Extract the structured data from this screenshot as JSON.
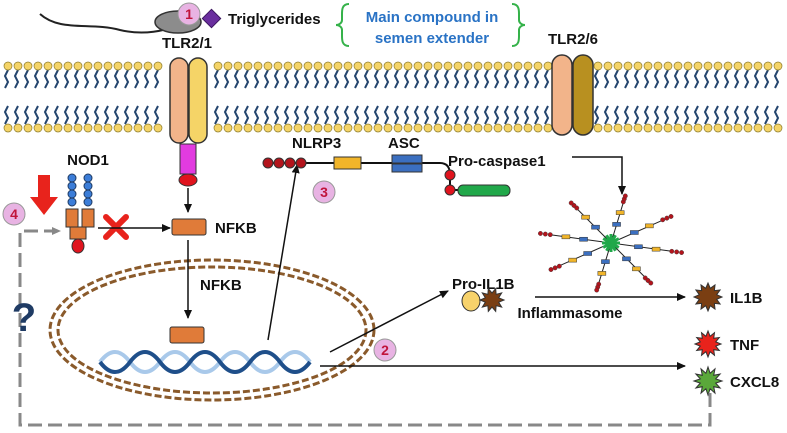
{
  "labels": {
    "triglycerides": "Triglycerides",
    "main_compound_line1": "Main compound in",
    "main_compound_line2": "semen extender",
    "tlr21": "TLR2/1",
    "tlr26": "TLR2/6",
    "nod1": "NOD1",
    "nfkb_top": "NFKB",
    "nfkb_mid": "NFKB",
    "nlrp3": "NLRP3",
    "asc": "ASC",
    "pro_caspase1": "Pro-caspase1",
    "pro_il1b": "Pro-IL1B",
    "inflammasome": "Inflammasome",
    "il1b": "IL1B",
    "tnf": "TNF",
    "cxcl8": "CXCL8",
    "question": "?"
  },
  "steps": [
    "1",
    "2",
    "3",
    "4"
  ],
  "colors": {
    "step_circle": "#e8b3e3",
    "step_text": "#c0143c",
    "bracket": "#35b24a",
    "blue_text": "#2a73c5",
    "membrane_head": "#f5d467",
    "membrane_tail": "#24456e",
    "nucleus": "#8a5a2b",
    "il1b": "#7a3e12",
    "tnf": "#e8231c",
    "cxcl8": "#5aa83a",
    "red_arrow": "#e8231c",
    "x_mark": "#e8231c"
  },
  "icons": [
    "sperm-icon",
    "triglyceride-diamond-icon",
    "red-down-arrow-icon",
    "red-x-icon",
    "question-mark-icon",
    "dna-helix-icon",
    "inflammasome-icon"
  ]
}
